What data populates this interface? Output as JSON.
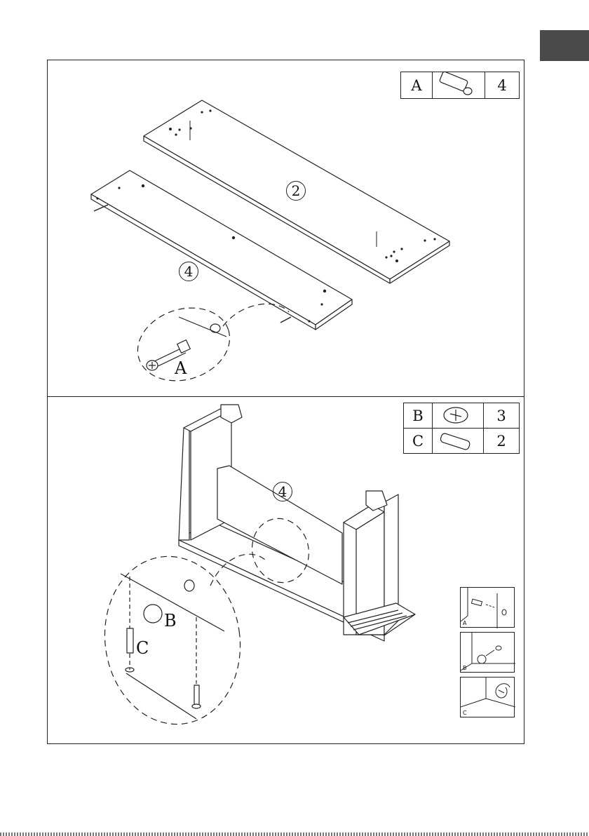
{
  "step1": {
    "parts_table": {
      "letter": "A",
      "part_icon": "cam-bolt-icon",
      "qty": "4"
    },
    "panel_labels": {
      "top_board": "2",
      "front_board": "4"
    },
    "detail_callout": "A"
  },
  "step2": {
    "parts_table": [
      {
        "letter": "B",
        "part_icon": "cam-lock-icon",
        "qty": "3"
      },
      {
        "letter": "C",
        "part_icon": "wooden-dowel-icon",
        "qty": "2"
      }
    ],
    "panel_label": "4",
    "detail_callouts": {
      "cam_lock": "B",
      "dowel": "C"
    },
    "inset_steps": [
      "A",
      "B",
      "C"
    ]
  },
  "colors": {
    "line": "#222222",
    "lang_tab": "#4a4a4a"
  }
}
